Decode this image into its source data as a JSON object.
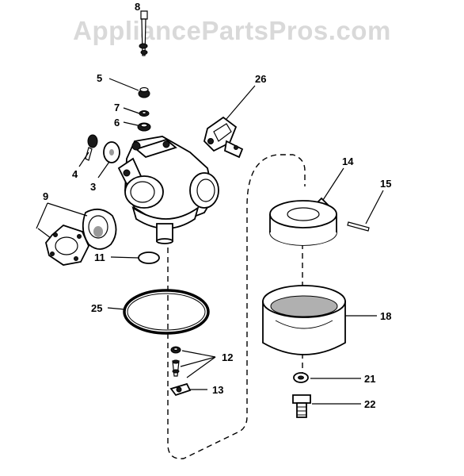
{
  "watermark": "AppliancePartsPros.com",
  "callouts": {
    "p3": "3",
    "p4": "4",
    "p5": "5",
    "p6": "6",
    "p7": "7",
    "p8": "8",
    "p9": "9",
    "p11": "11",
    "p12": "12",
    "p13": "13",
    "p14": "14",
    "p15": "15",
    "p18": "18",
    "p21": "21",
    "p22": "22",
    "p25": "25",
    "p26": "26"
  }
}
